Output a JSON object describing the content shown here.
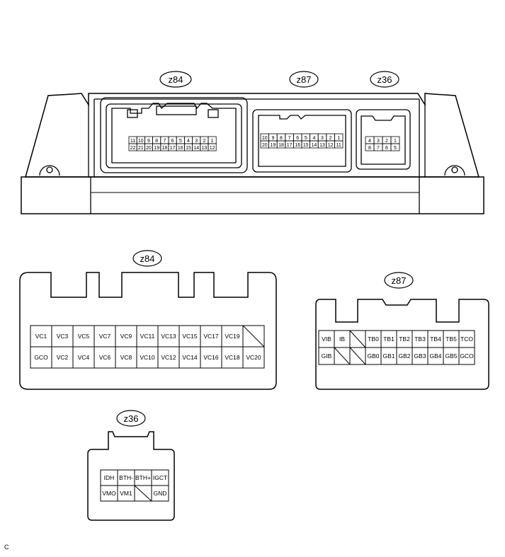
{
  "ecu": {
    "labels": {
      "z84": "z84",
      "z87": "z87",
      "z36": "z36"
    },
    "z84_pins": {
      "row1": [
        "11",
        "10",
        "9",
        "8",
        "7",
        "6",
        "5",
        "4",
        "3",
        "2",
        "1"
      ],
      "row2": [
        "22",
        "21",
        "20",
        "19",
        "18",
        "17",
        "16",
        "15",
        "14",
        "13",
        "12"
      ]
    },
    "z87_pins": {
      "row1": [
        "10",
        "9",
        "8",
        "7",
        "6",
        "5",
        "4",
        "3",
        "2",
        "1"
      ],
      "row2": [
        "20",
        "19",
        "18",
        "17",
        "16",
        "15",
        "14",
        "13",
        "12",
        "11"
      ]
    },
    "z36_pins": {
      "row1": [
        "4",
        "3",
        "2",
        "1"
      ],
      "row2": [
        "8",
        "7",
        "6",
        "5"
      ]
    }
  },
  "z84_face": {
    "label": "z84",
    "row1": [
      "VC1",
      "VC3",
      "VC5",
      "VC7",
      "VC9",
      "VC11",
      "VC13",
      "VC15",
      "VC17",
      "VC19",
      ""
    ],
    "row2": [
      "GCO",
      "VC2",
      "VC4",
      "VC6",
      "VC8",
      "VC10",
      "VC12",
      "VC14",
      "VC16",
      "VC18",
      "VC20"
    ]
  },
  "z87_face": {
    "label": "z87",
    "row1": [
      "VIB",
      "IB",
      "",
      "TB0",
      "TB1",
      "TB2",
      "TB3",
      "TB4",
      "TB5",
      "TCO"
    ],
    "row2": [
      "GIB",
      "",
      "",
      "GB0",
      "GB1",
      "GB2",
      "GB3",
      "GB4",
      "GB5",
      "GCO"
    ]
  },
  "z36_face": {
    "label": "z36",
    "row1": [
      "IDH",
      "BTH-",
      "BTH+",
      "IGCT"
    ],
    "row2": [
      "VMO",
      "VM1",
      "",
      "GND"
    ]
  },
  "caption": "C"
}
